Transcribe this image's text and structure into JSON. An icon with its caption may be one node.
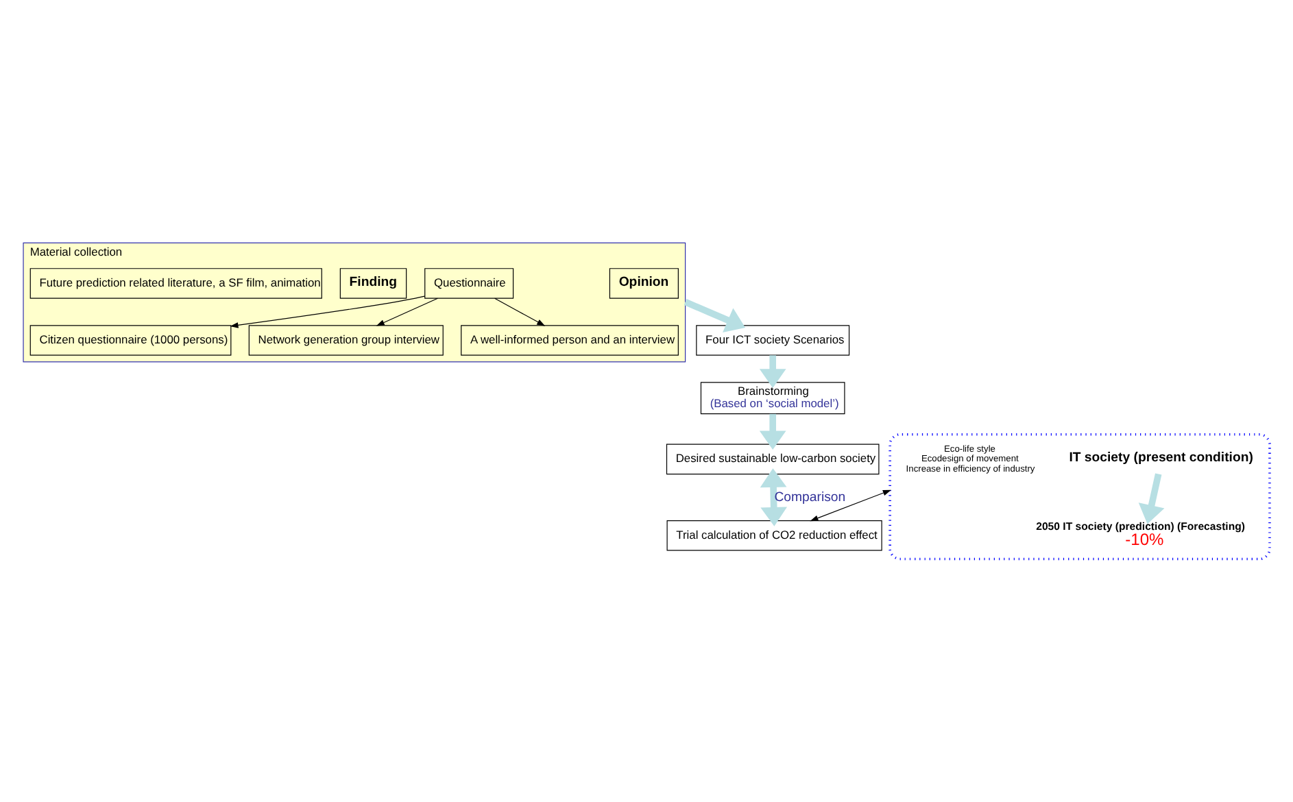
{
  "diagram": {
    "nodes": [
      {
        "text": [
          "Material collection"
        ]
      },
      {
        "text": [
          "Opinion"
        ],
        "in": 0
      },
      {
        "text": [
          "Questionnaire"
        ],
        "in": 0
      },
      {
        "text": [
          "Citizen questionnaire (1000 persons)"
        ],
        "in": 0
      },
      {
        "text": [
          "Network generation group interview"
        ],
        "in": 0
      },
      {
        "text": [
          "A well-informed person and an interview"
        ],
        "in": 0
      },
      {
        "text": [
          "Finding"
        ],
        "in": 0
      },
      {
        "text": [
          "Future prediction related literature, a SF film, animation"
        ],
        "in": 0
      },
      {
        "text": [
          "Four ICT society Scenarios"
        ]
      },
      {
        "text": [
          "Brainstorming",
          "(Based on ‘social model’)"
        ]
      },
      {
        "text": [
          "Desired sustainable low-carbon society"
        ]
      },
      {
        "text": [
          "Trial calculation of CO2 reduction effect"
        ]
      },
      {
        "text": [],
        "shape": "box"
      },
      {
        "text": [
          "Eco-life style",
          "Ecodesign of movement",
          "Increase in efficiency of industry"
        ],
        "in": 12
      },
      {
        "text": [
          "IT society (present condition)"
        ],
        "in": 12
      },
      {
        "text": [
          "2050 IT society (prediction) (Forecasting)"
        ],
        "in": 12,
        "beside": [
          "-10%"
        ]
      }
    ],
    "edges": [
      {
        "from": 2,
        "to": 3,
        "arrow": "to",
        "color": "#000000"
      },
      {
        "from": 2,
        "to": 4,
        "arrow": "to",
        "color": "#000000"
      },
      {
        "from": 2,
        "to": 5,
        "arrow": "to",
        "color": "#000000"
      },
      {
        "from": 0,
        "to": 8,
        "arrow": "to",
        "color": "#b7dfe3"
      },
      {
        "from": 8,
        "to": 9,
        "arrow": "to",
        "color": "#b7dfe3"
      },
      {
        "from": 9,
        "to": 10,
        "arrow": "to",
        "color": "#b7dfe3"
      },
      {
        "from": 10,
        "to": 11,
        "arrow": "both",
        "label": "Comparison",
        "color": "#b7dfe3"
      },
      {
        "from": 14,
        "to": 15,
        "arrow": "to",
        "color": "#b7dfe3"
      },
      {
        "from": 12,
        "to": 11,
        "arrow": "both",
        "color": "#000000"
      }
    ]
  }
}
